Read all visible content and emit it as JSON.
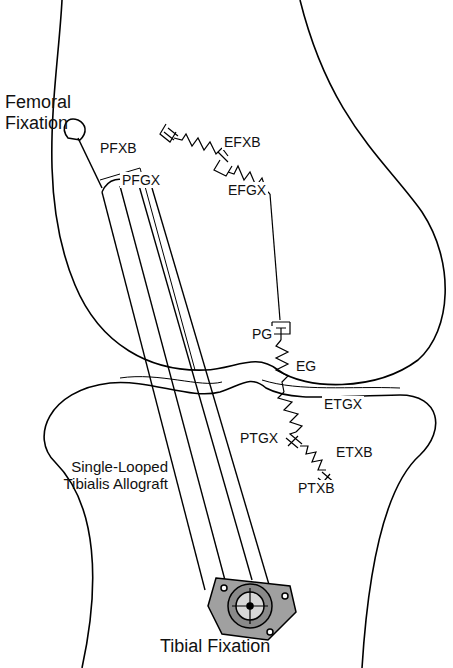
{
  "diagram": {
    "labels": [
      "Femoral Fixation",
      "PFXB",
      "EFXB",
      "PFGX",
      "EFGX",
      "PG",
      "EG",
      "ETGX",
      "PTGX",
      "ETXB",
      "PTXB",
      "Single-Looped Tibialis Allograft",
      "Tibial Fixation"
    ]
  }
}
